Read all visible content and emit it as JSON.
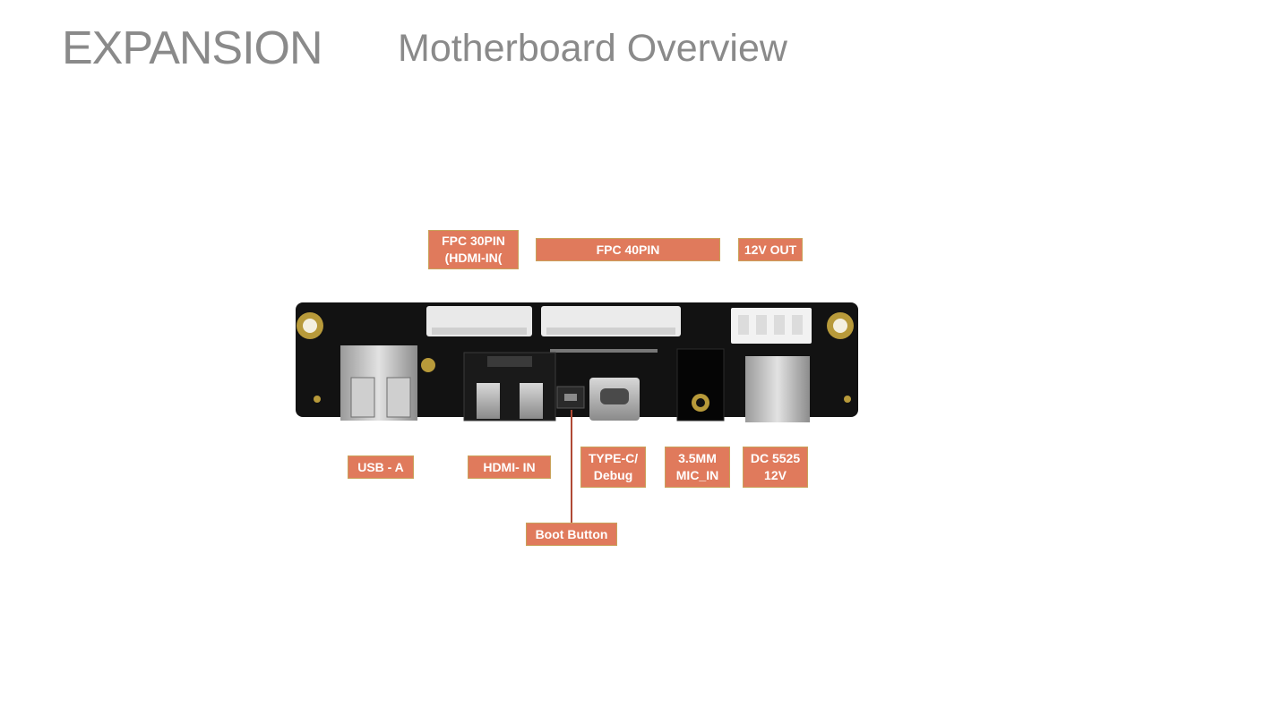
{
  "header": {
    "title": "EXPANSION",
    "subtitle": "Motherboard Overview"
  },
  "labels": {
    "fpc30": "FPC 30PIN\n(HDMI-IN(",
    "fpc40": "FPC 40PIN",
    "out12v": "12V OUT",
    "usb": "USB - A",
    "hdmi": "HDMI- IN",
    "typec": "TYPE-C/\nDebug",
    "mic": "3.5MM\nMIC_IN",
    "dc": "DC 5525\n12V",
    "boot": "Boot Button"
  },
  "colors": {
    "label_fill": "#e07a5c",
    "label_border": "#c9a25a",
    "heading": "#8a8a8a",
    "pcb": "#111111"
  }
}
